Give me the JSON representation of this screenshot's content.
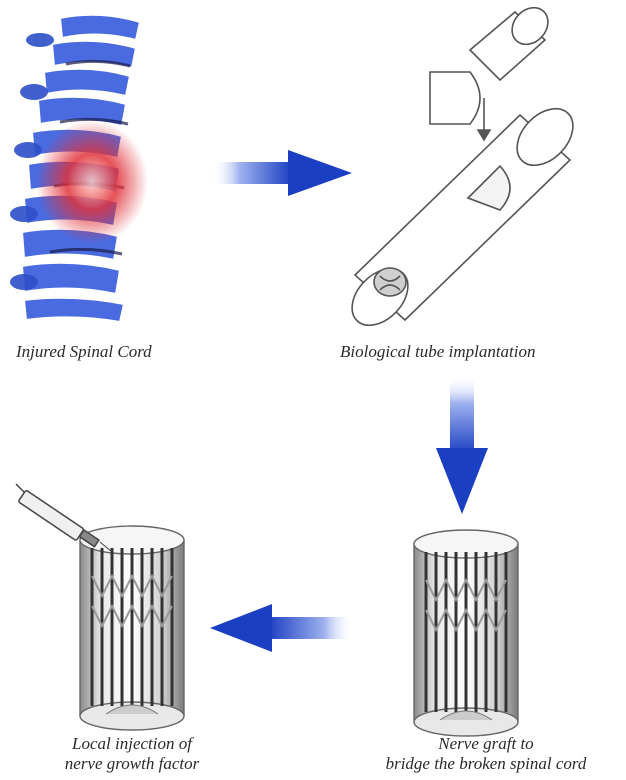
{
  "steps": [
    {
      "label": "Injured Spinal Cord"
    },
    {
      "label": "Biological tube implantation"
    },
    {
      "label_lines": [
        "Nerve graft to",
        "bridge the broken spinal cord"
      ]
    },
    {
      "label_lines": [
        "Local injection of",
        "nerve growth factor"
      ]
    }
  ],
  "colors": {
    "arrow": "#1b3fc2",
    "spine_blue": "#3b5fd6",
    "spine_red": "#e0323a",
    "line_art": "#555555"
  },
  "icons": {
    "spine": "spine-illustration",
    "tube": "tube-illustration",
    "graft": "graft-cylinder-illustration",
    "syringe": "syringe-icon"
  }
}
